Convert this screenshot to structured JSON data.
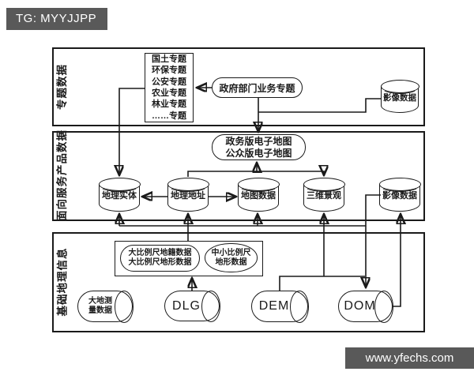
{
  "header": {
    "badge": "TG: MYYJJPP"
  },
  "watermark": {
    "text": "www.yfechs.com"
  },
  "colors": {
    "badge_bg": "#595959",
    "line": "#1a1a1a",
    "background": "#ffffff"
  },
  "sections": {
    "thematic": {
      "label": "专题数据",
      "theme_list": {
        "items": [
          "国土专题",
          "环保专题",
          "公安专题",
          "农业专题",
          "林业专题",
          "……专题"
        ]
      },
      "gov_business": "政府部门业务专题",
      "image_data": "影像数据"
    },
    "service": {
      "label": "面向服务产品数据",
      "emap": {
        "line1": "政务版电子地图",
        "line2": "公众版电子地图"
      },
      "cylinders": {
        "geo_entity": "地理实体",
        "geo_address": "地理地址",
        "map_data": "地图数据",
        "landscape3d": "三维景观",
        "image_data": "影像数据"
      }
    },
    "base": {
      "label": "基础地理信息",
      "large_scale": {
        "line1": "大比例尺地籍数据",
        "line2": "大比例尺地形数据"
      },
      "mid_small_scale": {
        "line1": "中小比例尺",
        "line2": "地形数据"
      },
      "geodetic": {
        "line1": "大地测",
        "line2": "量数据"
      },
      "dlg": "DLG",
      "dem": "DEM",
      "dom": "DOM"
    }
  }
}
